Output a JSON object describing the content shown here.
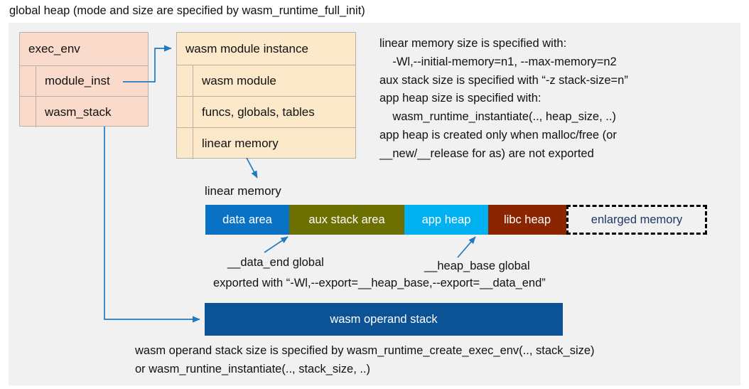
{
  "title": "global heap (mode and size are specified by wasm_runtime_full_init)",
  "colors": {
    "panel_bg": "#f1f1f1",
    "exec_env_fill": "#fadacb",
    "module_instance_fill": "#fce9c9",
    "box_border": "#b6b0a8",
    "connector": "#1f7ac0",
    "data_area": "#0a72c4",
    "aux_stack_area": "#6b7000",
    "app_heap": "#00b0f0",
    "libc_heap": "#8b2500",
    "enlarged_memory_text": "#1f3864",
    "operand_stack": "#0b5394",
    "text": "#111111"
  },
  "exec_env": {
    "header": "exec_env",
    "rows": [
      {
        "label": "module_inst"
      },
      {
        "label": "wasm_stack"
      }
    ]
  },
  "module_instance": {
    "header": "wasm module instance",
    "rows": [
      {
        "label": "wasm module"
      },
      {
        "label": "funcs, globals, tables"
      },
      {
        "label": "linear memory"
      }
    ]
  },
  "note_top": "linear memory size is specified with:\n    -Wl,--initial-memory=n1, --max-memory=n2\naux stack size is specified with “-z stack-size=n”\napp heap size is specified with:\n    wasm_runtime_instantiate(.., heap_size, ..)\napp heap is created only when malloc/free (or\n__new/__release for as) are not exported",
  "linear_memory_caption": "linear memory",
  "memory_bar": {
    "segments": [
      {
        "label": "data area",
        "color": "#0a72c4",
        "width": 118,
        "style": "solid"
      },
      {
        "label": "aux stack area",
        "color": "#6b7000",
        "width": 162,
        "style": "solid"
      },
      {
        "label": "app heap",
        "color": "#00b0f0",
        "width": 118,
        "style": "solid"
      },
      {
        "label": "libc heap",
        "color": "#8b2500",
        "width": 110,
        "style": "solid"
      },
      {
        "label": "enlarged memory",
        "color": "#f1f1f1",
        "width": 198,
        "style": "dashed"
      }
    ]
  },
  "annotations": {
    "data_end": "__data_end global",
    "heap_base": "__heap_base global",
    "exported": "exported with “-Wl,--export=__heap_base,--export=__data_end”"
  },
  "operand_stack": {
    "label": "wasm operand stack"
  },
  "note_bottom": "wasm operand stack size is specified by wasm_runtime_create_exec_env(.., stack_size)\nor wasm_runtine_instantiate(.., stack_size, ..)"
}
